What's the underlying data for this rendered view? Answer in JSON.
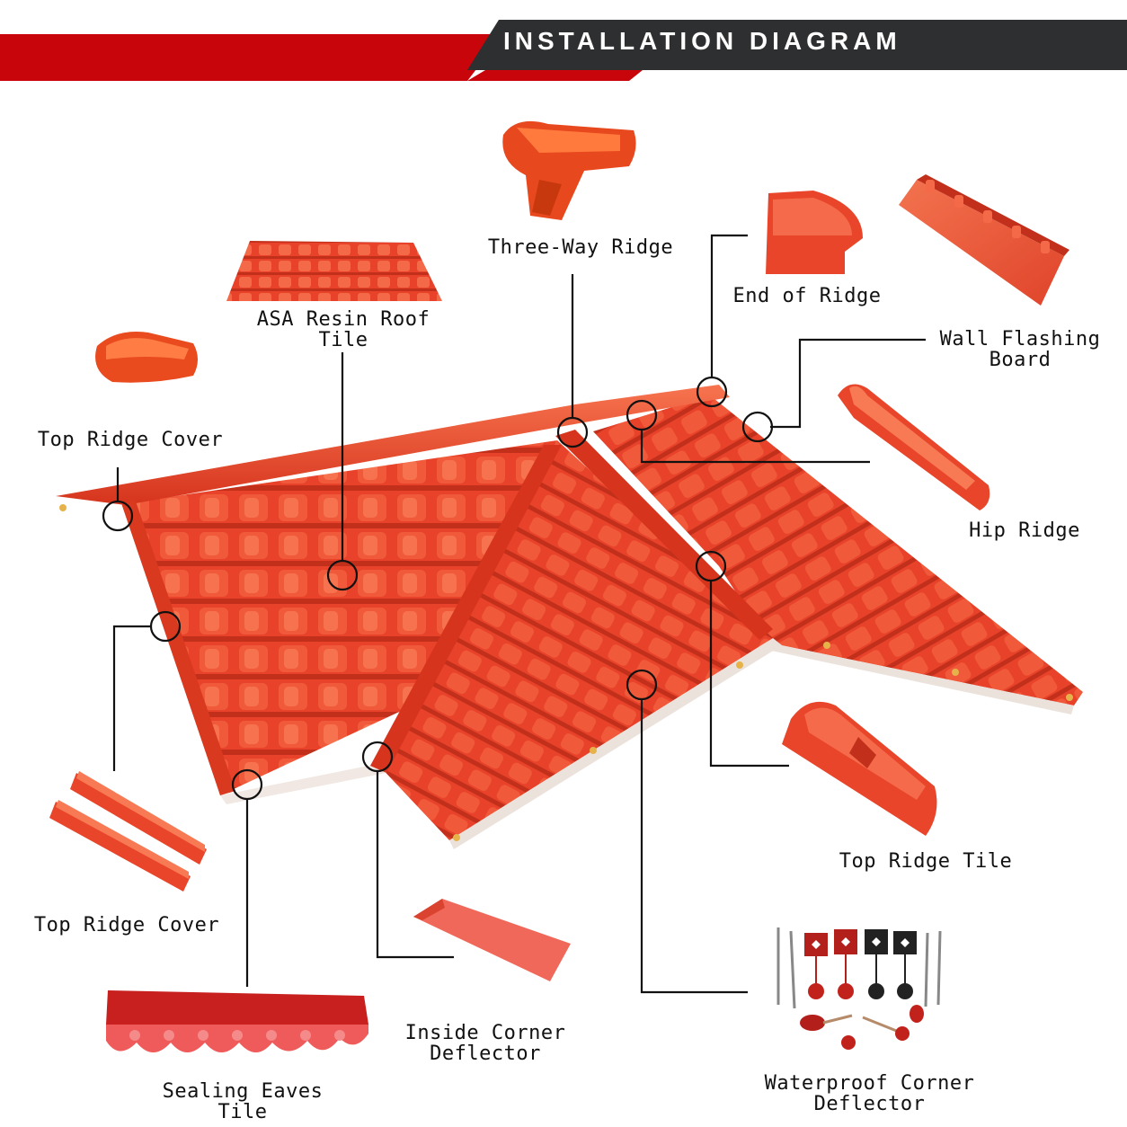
{
  "header": {
    "title": "INSTALLATION DIAGRAM"
  },
  "colors": {
    "banner_red": "#c8050b",
    "banner_dark": "#2d2f30",
    "tile": "#e8422a",
    "tile_light": "#f25d3c",
    "tile_dark": "#c2301b",
    "leader": "#111111"
  },
  "labels": {
    "three_way_ridge": "Three-Way Ridge",
    "end_of_ridge": "End of Ridge",
    "asa_resin_roof_tile": "ASA Resin Roof\nTile",
    "wall_flashing_board": "Wall Flashing\nBoard",
    "top_ridge_cover_upper": "Top Ridge Cover",
    "hip_ridge": "Hip Ridge",
    "top_ridge_tile": "Top Ridge Tile",
    "top_ridge_cover_lower": "Top Ridge Cover",
    "inside_corner_deflector": "Inside Corner\nDeflector",
    "sealing_eaves_tile": "Sealing Eaves Tile",
    "waterproof_corner_deflector": "Waterproof Corner\nDeflector"
  }
}
